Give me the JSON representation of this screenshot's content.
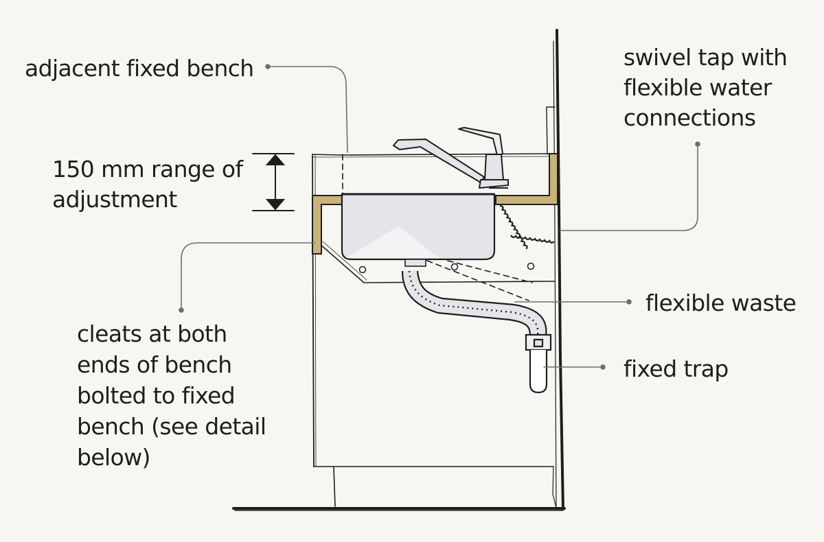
{
  "colors": {
    "background": "#f8f6f2",
    "ink": "#1e1e1e",
    "leader": "#6e6e6e",
    "cleat": "#c9b27c",
    "sink_steel": "#e3e5e8"
  },
  "labels": {
    "adjacent_bench": "adjacent fixed bench",
    "range_line1": "150 mm range of",
    "range_line2": "adjustment",
    "tap_line1": "swivel tap with",
    "tap_line2": "flexible water",
    "tap_line3": "connections",
    "waste": "flexible waste",
    "trap": "fixed trap",
    "cleats_line1": "cleats at both",
    "cleats_line2": "ends of bench",
    "cleats_line3": "bolted to fixed",
    "cleats_line4": "bench (see detail",
    "cleats_line5": "below)"
  }
}
